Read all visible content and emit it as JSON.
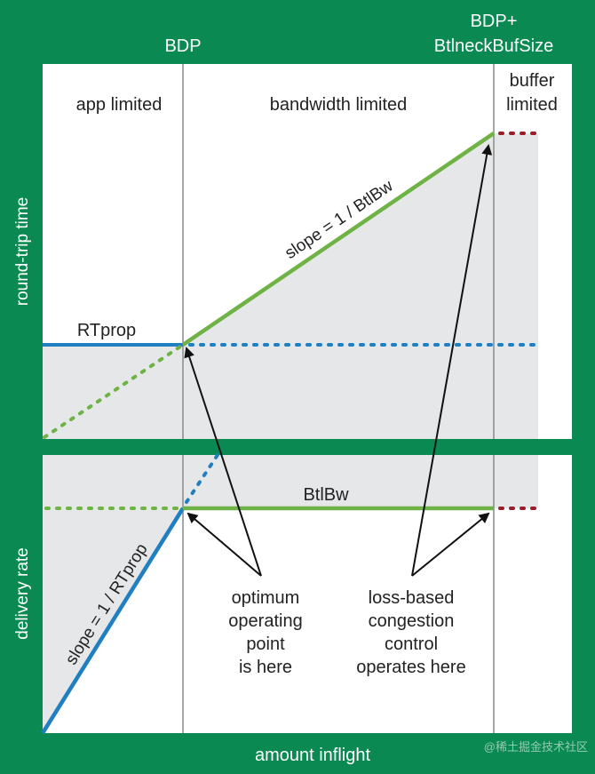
{
  "labels": {
    "bdp": "BDP",
    "bdp_plus_line1": "BDP+",
    "bdp_plus_line2": "BtlneckBufSize",
    "app_limited": "app limited",
    "bandwidth_limited": "bandwidth limited",
    "buffer_limited_line1": "buffer",
    "buffer_limited_line2": "limited",
    "rtt_axis": "round-trip time",
    "delivery_axis": "delivery rate",
    "x_axis": "amount inflight",
    "rtprop": "RTprop",
    "slope_rtt": "slope = 1 / BtlBw",
    "btlbw": "BtlBw",
    "slope_delivery": "slope = 1 / RTprop",
    "optimum": [
      "optimum",
      "operating",
      "point",
      "is here"
    ],
    "loss_based": [
      "loss-based",
      "congestion",
      "control",
      "operates here"
    ],
    "watermark": "@稀土掘金技术社区"
  },
  "colors": {
    "background": "#0a8a52",
    "panel": "#ffffff",
    "shade": "#e6e7e8",
    "blue": "#1f7fc1",
    "green": "#6fb245",
    "red": "#9a1f2a",
    "divider": "#8a8a8a",
    "text": "#222222",
    "axis_text": "#ffffff"
  }
}
